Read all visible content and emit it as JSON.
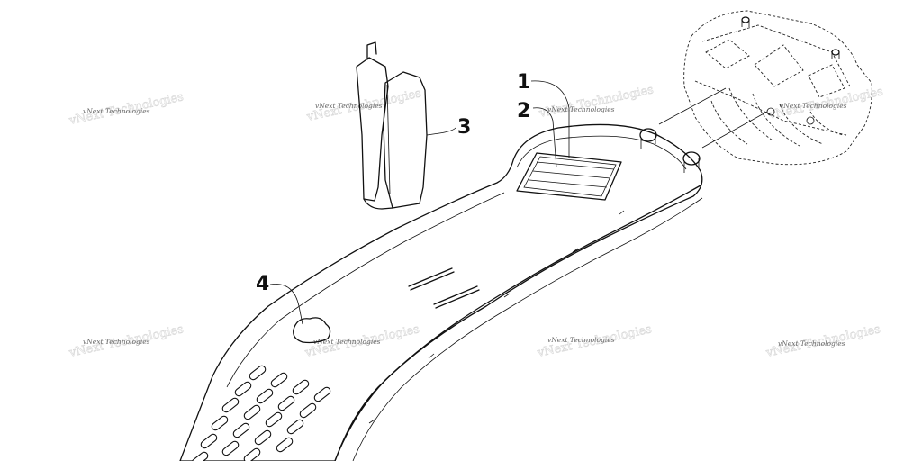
{
  "callouts": {
    "c1": "1",
    "c2": "2",
    "c3": "3",
    "c4": "4"
  },
  "watermark": {
    "text": "vNext Technologies"
  },
  "colors": {
    "line": "#111111",
    "background": "#ffffff",
    "texture": "#555555"
  }
}
